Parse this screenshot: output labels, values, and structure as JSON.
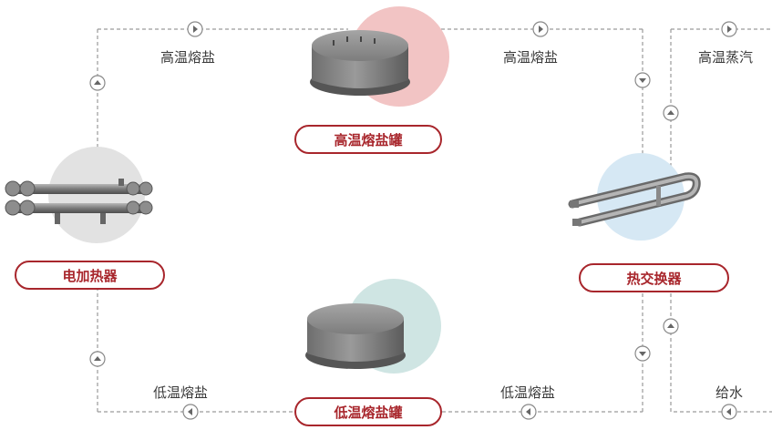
{
  "flow_labels": {
    "top_left": "高温熔盐",
    "top_right": "高温熔盐",
    "steam": "高温蒸汽",
    "bottom_left": "低温熔盐",
    "bottom_right": "低温熔盐",
    "feedwater": "给水"
  },
  "components": {
    "hot_tank": "高温熔盐罐",
    "cold_tank": "低温熔盐罐",
    "heater": "电加热器",
    "exchanger": "热交换器"
  },
  "colors": {
    "accent": "#a8262c",
    "hot_circle": "#f2c4c4",
    "cold_circle": "#cfe5e3",
    "heater_circle": "#e2e2e2",
    "exchanger_circle": "#d6e8f4",
    "line": "#9a9a9a"
  },
  "icons": {
    "right": "arrow-right-icon",
    "left": "arrow-left-icon",
    "up": "arrow-up-icon",
    "down": "arrow-down-icon"
  }
}
